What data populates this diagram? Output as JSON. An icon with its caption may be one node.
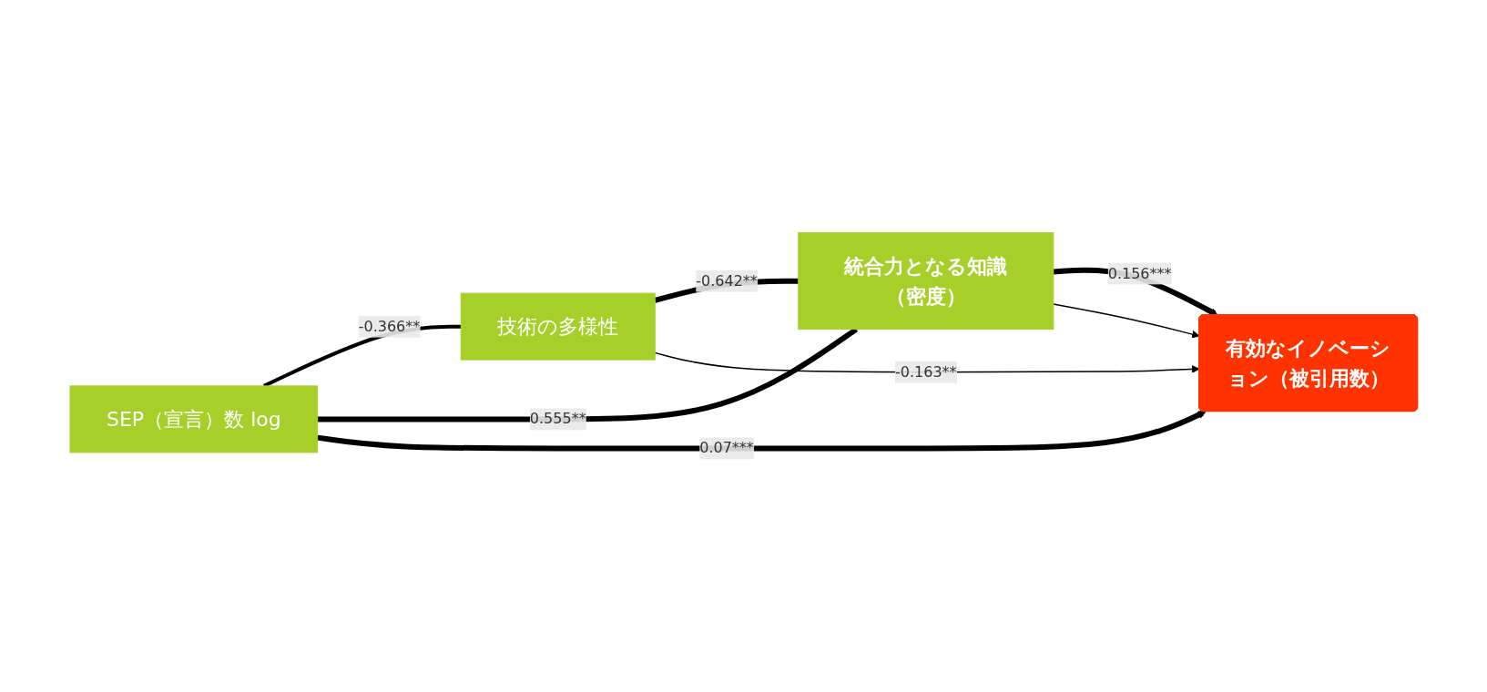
{
  "diagram": {
    "nodes": [
      {
        "text": [
          "SEP（宣言）数 log"
        ]
      },
      {
        "text": [
          "技術の多様性"
        ]
      },
      {
        "text": [
          "統合力となる知識（密度）"
        ]
      },
      {
        "text": [
          "有効なイノベーション（被引用数）"
        ]
      }
    ],
    "edges": [
      {
        "from": 0,
        "to": 1,
        "arrow": "none",
        "label": "-0.366**"
      },
      {
        "from": 1,
        "to": 2,
        "arrow": "none",
        "label": "-0.642**"
      },
      {
        "from": 0,
        "to": 2,
        "arrow": "none",
        "label": "0.555**"
      },
      {
        "from": 0,
        "to": 3,
        "arrow": "to",
        "label": "0.07***"
      },
      {
        "from": 2,
        "to": 3,
        "arrow": "to",
        "label": "0.156***"
      },
      {
        "from": 1,
        "to": 3,
        "arrow": "to",
        "label": "-0.163**"
      },
      {
        "from": 2,
        "to": 3,
        "arrow": "to"
      }
    ]
  }
}
